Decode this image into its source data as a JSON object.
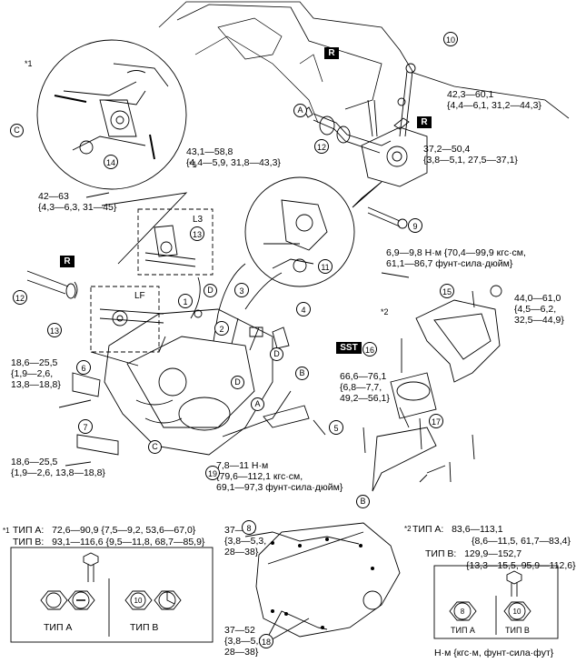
{
  "torques": {
    "t10": [
      "42,3—60,1",
      "{4,4—6,1, 31,2—44,3}"
    ],
    "t37": [
      "37,2—50,4",
      "{3,8—5,1, 27,5—37,1}"
    ],
    "t43": [
      "43,1—58,8",
      "{4,4—5,9, 31,8—43,3}"
    ],
    "t42": [
      "42—63",
      "{4,3—6,3, 31—45}"
    ],
    "t69": [
      "6,9—9,8 Н·м {70,4—99,9 кгс·см,",
      "61,1—86,7 фунт-сила·дюйм}"
    ],
    "t44": [
      "44,0—61,0",
      "{4,5—6,2,",
      "32,5—44,9}"
    ],
    "t186a": [
      "18,6—25,5",
      "{1,9—2,6,",
      "13,8—18,8}"
    ],
    "t666": [
      "66,6—76,1",
      "{6,8—7,7,",
      "49,2—56,1}"
    ],
    "t186b": [
      "18,6—25,5",
      "{1,9—2,6, 13,8—18,8}"
    ],
    "t78": [
      "7,8—11 Н·м",
      "{79,6—112,1 кгс·см,",
      "69,1—97,3 фунт-сила·дюйм}"
    ],
    "t3752a": [
      "37—52",
      "{3,8—5,3,",
      "28—38}"
    ],
    "t3752b": [
      "37—52",
      "{3,8—5,3,",
      "28—38}"
    ]
  },
  "notes": {
    "star1_mark": "*1",
    "star2_mark": "*2",
    "star1_a": "ТИП A:   72,6—90,9 {7,5—9,2, 53,6—67,0}",
    "star1_b": "ТИП B:   93,1—116,6 {9,5—11,8, 68,7—85,9}",
    "star2_a": "ТИП A:   83,6—113,1",
    "star2_a2": "{8,6—11,5, 61,7—83,4}",
    "star2_b": "ТИП B:   129,9—152,7",
    "star2_b2": "{13,3—15,5, 95,9—112,6}",
    "typeA": "ТИП A",
    "typeB": "ТИП B",
    "bolt_mark_10": "10",
    "bolt_mark_8": "8",
    "units": "Н·м {кгс·м, фунт-сила·фут}"
  },
  "boxes": {
    "l3": "L3",
    "lf": "LF"
  },
  "tags": {
    "r1": "R",
    "r2": "R",
    "r3": "R",
    "sst": "SST"
  },
  "stars": {
    "s1a": "*1",
    "s1b": "*1",
    "s2": "*2"
  },
  "callouts": {
    "c1": "1",
    "c2": "2",
    "c3": "3",
    "c4": "4",
    "c5": "5",
    "c6": "6",
    "c7": "7",
    "c8": "8",
    "c9": "9",
    "c10": "10",
    "c11": "11",
    "c12a": "12",
    "c12b": "12",
    "c13a": "13",
    "c13b": "13",
    "c14": "14",
    "c15": "15",
    "c16": "16",
    "c17": "17",
    "c18": "18",
    "c19": "19"
  },
  "letters": {
    "la1": "A",
    "la2": "A",
    "lb1": "B",
    "lb2": "B",
    "lc1": "C",
    "lc2": "C",
    "ld1": "D",
    "ld2": "D",
    "ld3": "D"
  }
}
